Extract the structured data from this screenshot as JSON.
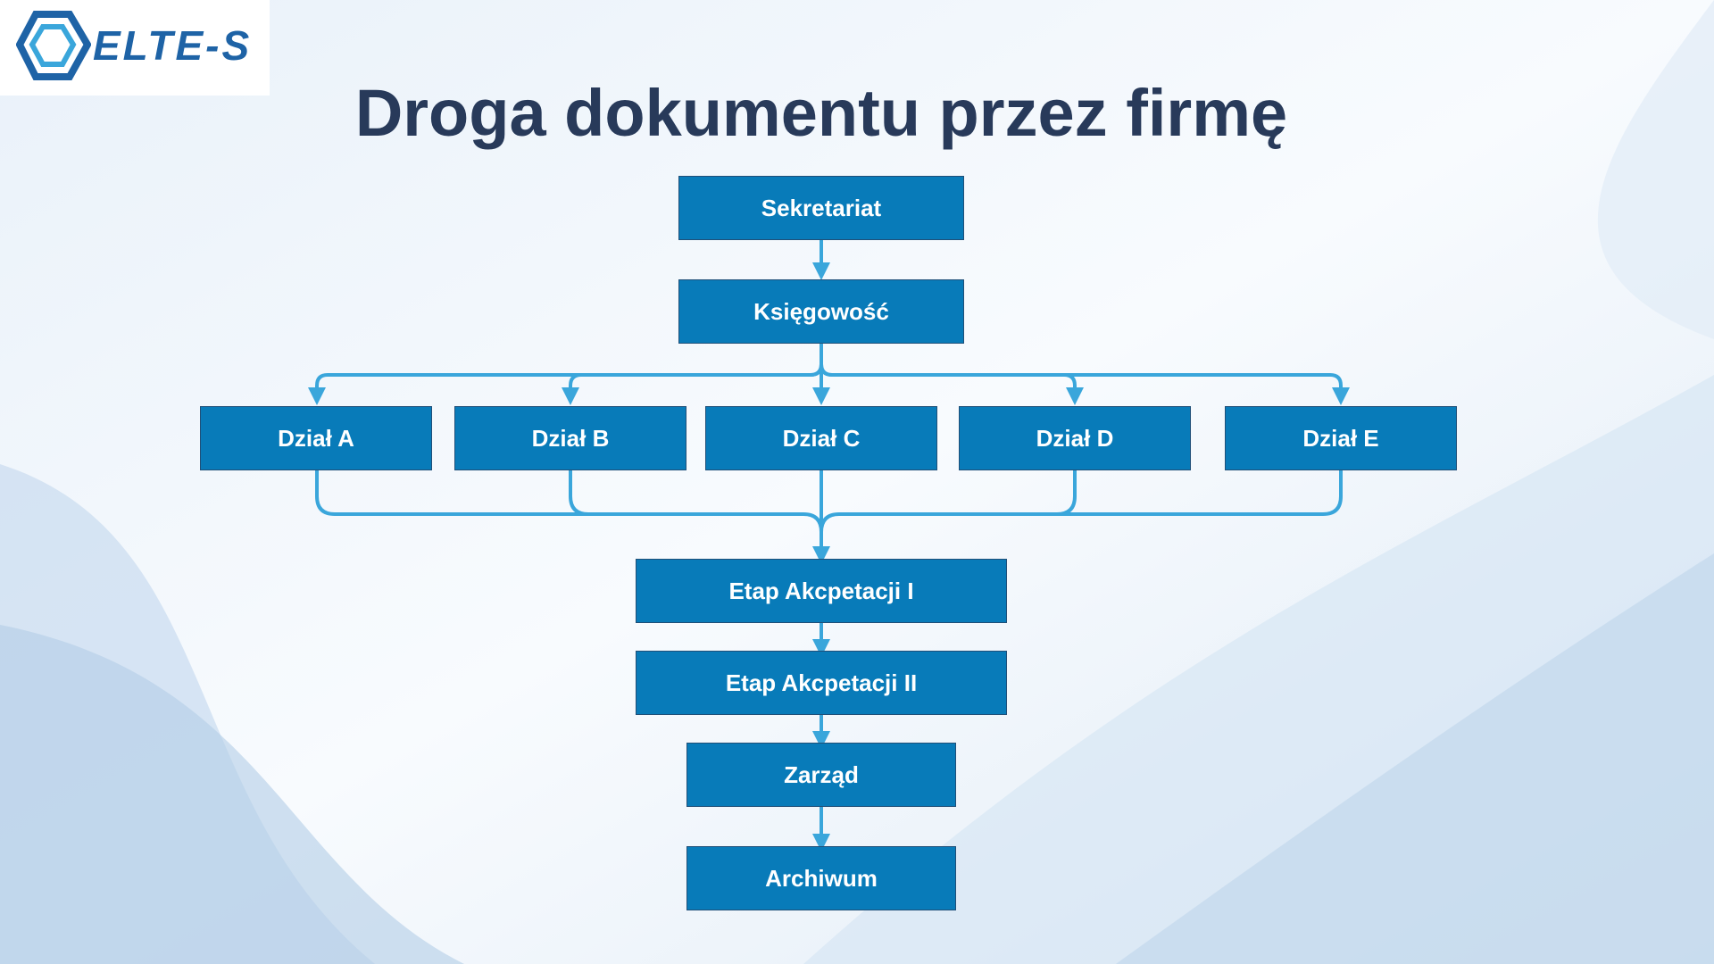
{
  "logo": {
    "text": "ELTE-S",
    "mark_icon": "hexagon-logo-icon"
  },
  "title": "Droga dokumentu przez firmę",
  "colors": {
    "node_fill": "#087bb9",
    "node_border": "#1f4f78",
    "connector": "#3aa6db",
    "title": "#283a5a",
    "logo": "#1e63a6"
  },
  "nodes": {
    "sekretariat": "Sekretariat",
    "ksiegowosc": "Księgowość",
    "dzial_a": "Dział A",
    "dzial_b": "Dział B",
    "dzial_c": "Dział C",
    "dzial_d": "Dział D",
    "dzial_e": "Dział E",
    "akceptacja_1": "Etap Akcpetacji I",
    "akceptacja_2": "Etap Akcpetacji II",
    "zarzad": "Zarząd",
    "archiwum": "Archiwum"
  },
  "edges": [
    [
      "sekretariat",
      "ksiegowosc"
    ],
    [
      "ksiegowosc",
      "dzial_a"
    ],
    [
      "ksiegowosc",
      "dzial_b"
    ],
    [
      "ksiegowosc",
      "dzial_c"
    ],
    [
      "ksiegowosc",
      "dzial_d"
    ],
    [
      "ksiegowosc",
      "dzial_e"
    ],
    [
      "dzial_a",
      "akceptacja_1"
    ],
    [
      "dzial_b",
      "akceptacja_1"
    ],
    [
      "dzial_c",
      "akceptacja_1"
    ],
    [
      "dzial_d",
      "akceptacja_1"
    ],
    [
      "dzial_e",
      "akceptacja_1"
    ],
    [
      "akceptacja_1",
      "akceptacja_2"
    ],
    [
      "akceptacja_2",
      "zarzad"
    ],
    [
      "zarzad",
      "archiwum"
    ]
  ]
}
